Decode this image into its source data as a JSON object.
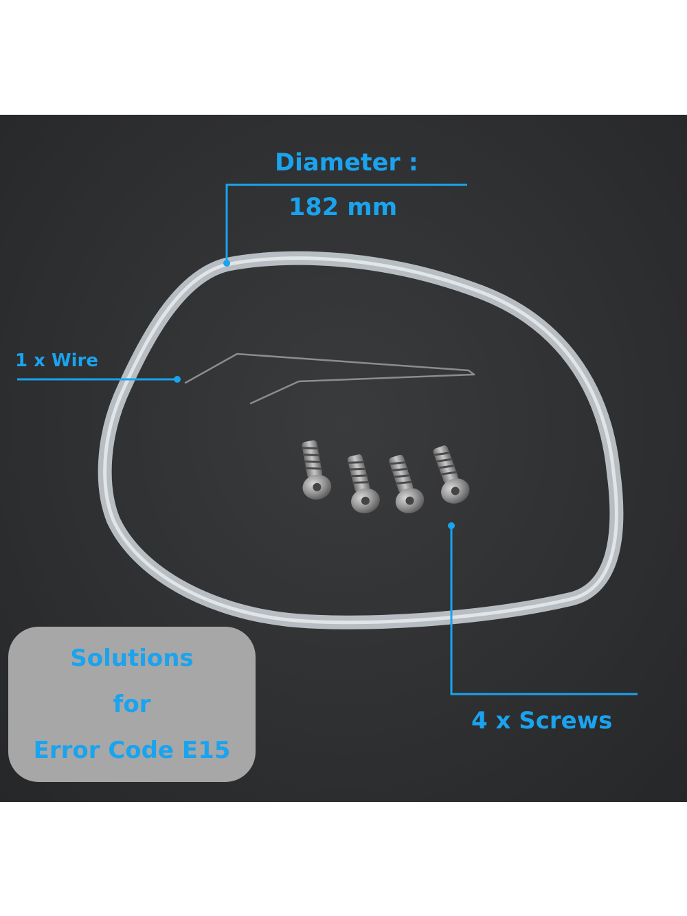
{
  "colors": {
    "accent": "#1aa3ee",
    "background": "#2f3032",
    "badge_fill": "#a7a7a7"
  },
  "callouts": {
    "diameter_label": "Diameter :",
    "diameter_value": "182 mm",
    "wire_label": "1 x Wire",
    "screws_label": "4 x Screws"
  },
  "badge": {
    "lines": [
      "Solutions",
      "for",
      "Error Code E15"
    ]
  },
  "contents": {
    "wire_count": 1,
    "screw_count": 4
  }
}
